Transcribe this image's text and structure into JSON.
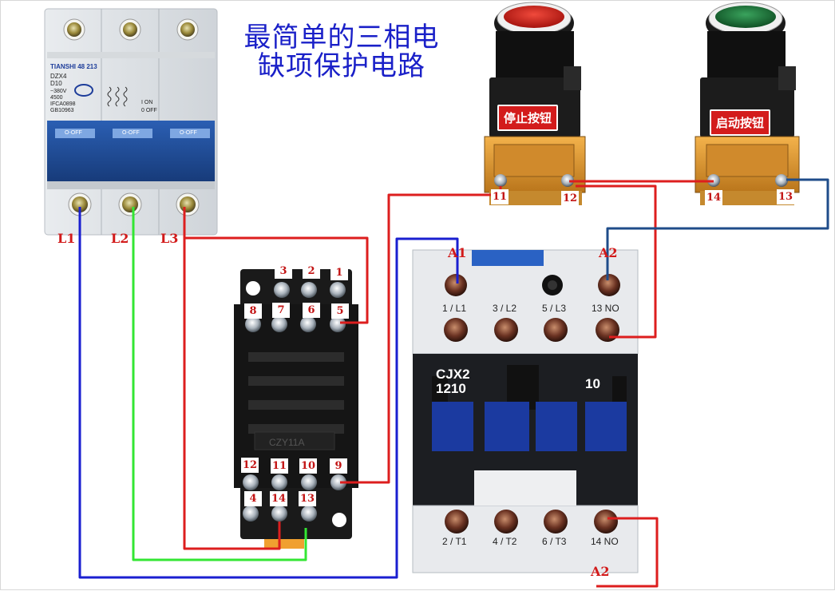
{
  "title": {
    "line1": "最简单的三相电",
    "line2": "缺项保护电路"
  },
  "phases": [
    "L1",
    "L2",
    "L3"
  ],
  "breaker": {
    "brand": "TIANSHI 48 213",
    "model": "DZX4",
    "rating": "D10",
    "specs": [
      "~380V",
      "4500",
      "IFCA0898",
      "GB10963"
    ],
    "switch_labels": [
      "O-OFF",
      "O-OFF",
      "O-OFF"
    ],
    "on_text": "I ON",
    "off_text": "0 OFF"
  },
  "buttons": {
    "stop": {
      "label": "停止按钮",
      "color": "#d42a22",
      "terminals": [
        "11",
        "12"
      ]
    },
    "start": {
      "label": "启动按钮",
      "color": "#1e7a3e",
      "terminals": [
        "14",
        "13"
      ]
    }
  },
  "relay_base": {
    "top_labels": [
      "3",
      "2",
      "1"
    ],
    "row2_labels": [
      "8",
      "7",
      "6",
      "5"
    ],
    "bottom_labels": [
      "12",
      "11",
      "10",
      "9"
    ],
    "row4_labels": [
      "4",
      "14",
      "13"
    ],
    "model": "CZY11A"
  },
  "contactor": {
    "coil_labels": [
      "A1",
      "A2"
    ],
    "top_terminals": [
      "1 / L1",
      "3 / L2",
      "5 / L3",
      "13 NO"
    ],
    "bottom_terminals": [
      "2 / T1",
      "4 / T2",
      "6 / T3",
      "14 NO"
    ],
    "model_line1": "CJX2",
    "model_line2": "1210",
    "aux_code": "10",
    "bottom_coil_label": "A2"
  },
  "wire_colors": {
    "red": "#dd1e1e",
    "green": "#33e633",
    "blue": "#1a1fd0",
    "navy": "#1f4c8a"
  }
}
